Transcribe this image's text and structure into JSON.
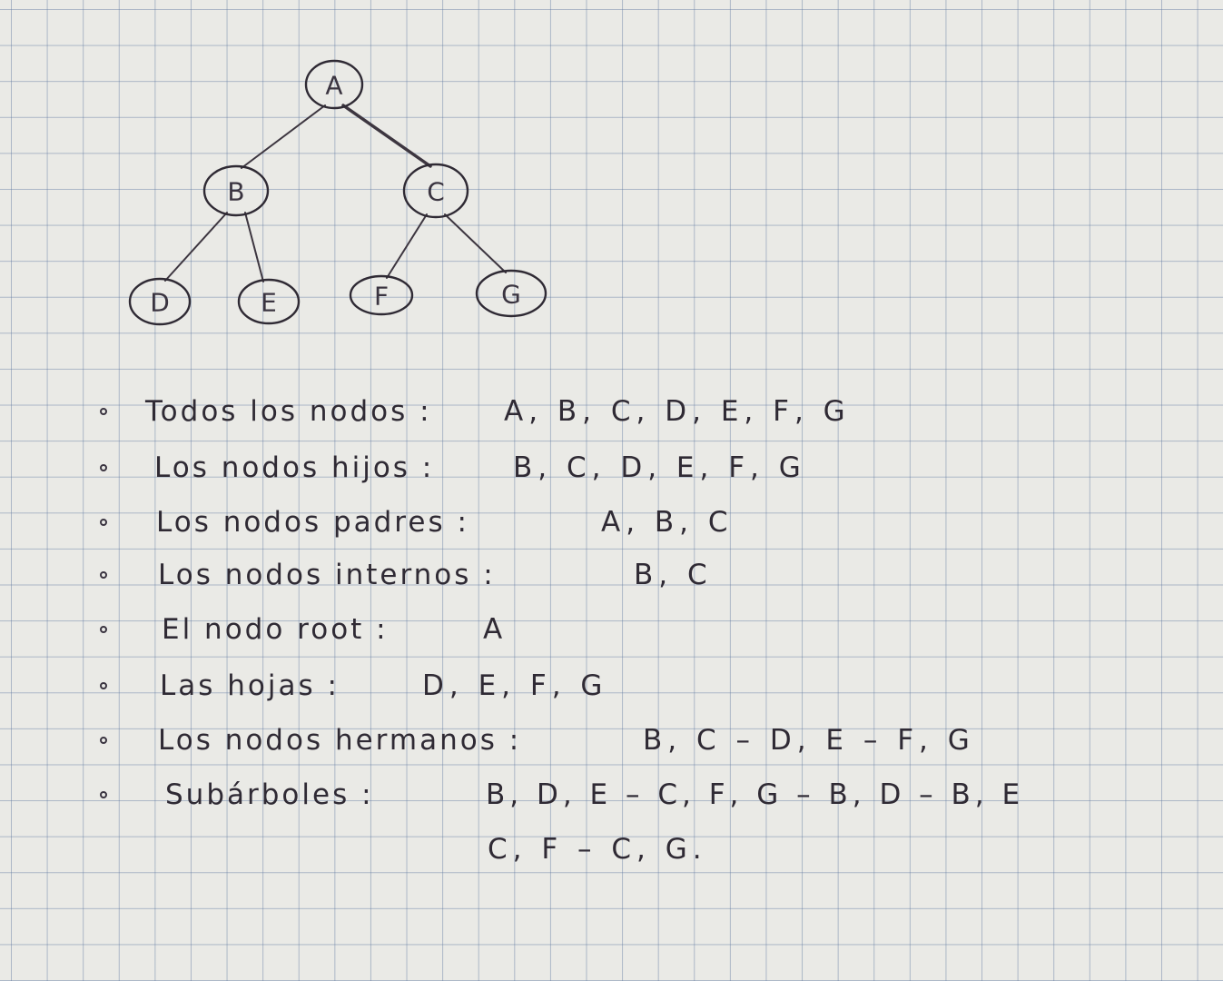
{
  "tree": {
    "nodes": [
      {
        "id": "A",
        "label": "A"
      },
      {
        "id": "B",
        "label": "B"
      },
      {
        "id": "C",
        "label": "C"
      },
      {
        "id": "D",
        "label": "D"
      },
      {
        "id": "E",
        "label": "E"
      },
      {
        "id": "F",
        "label": "F"
      },
      {
        "id": "G",
        "label": "G"
      }
    ],
    "edges": [
      [
        "A",
        "B"
      ],
      [
        "A",
        "C"
      ],
      [
        "B",
        "D"
      ],
      [
        "B",
        "E"
      ],
      [
        "C",
        "F"
      ],
      [
        "C",
        "G"
      ]
    ]
  },
  "notes": [
    {
      "label": "Todos los nodos :",
      "value": "A, B, C, D, E, F, G"
    },
    {
      "label": "Los nodos hijos :",
      "value": "B, C, D, E, F, G"
    },
    {
      "label": "Los nodos padres :",
      "value": "A, B, C"
    },
    {
      "label": "Los nodos internos :",
      "value": "B, C"
    },
    {
      "label": "El nodo root :",
      "value": "A"
    },
    {
      "label": "Las hojas :",
      "value": "D, E, F, G"
    },
    {
      "label": "Los nodos hermanos :",
      "value": "B, C  –  D, E  –  F, G"
    },
    {
      "label": "Subárboles :",
      "value": "B, D, E  –  C, F, G  –  B, D  –  B, E",
      "value2": "C, F – C, G."
    }
  ]
}
